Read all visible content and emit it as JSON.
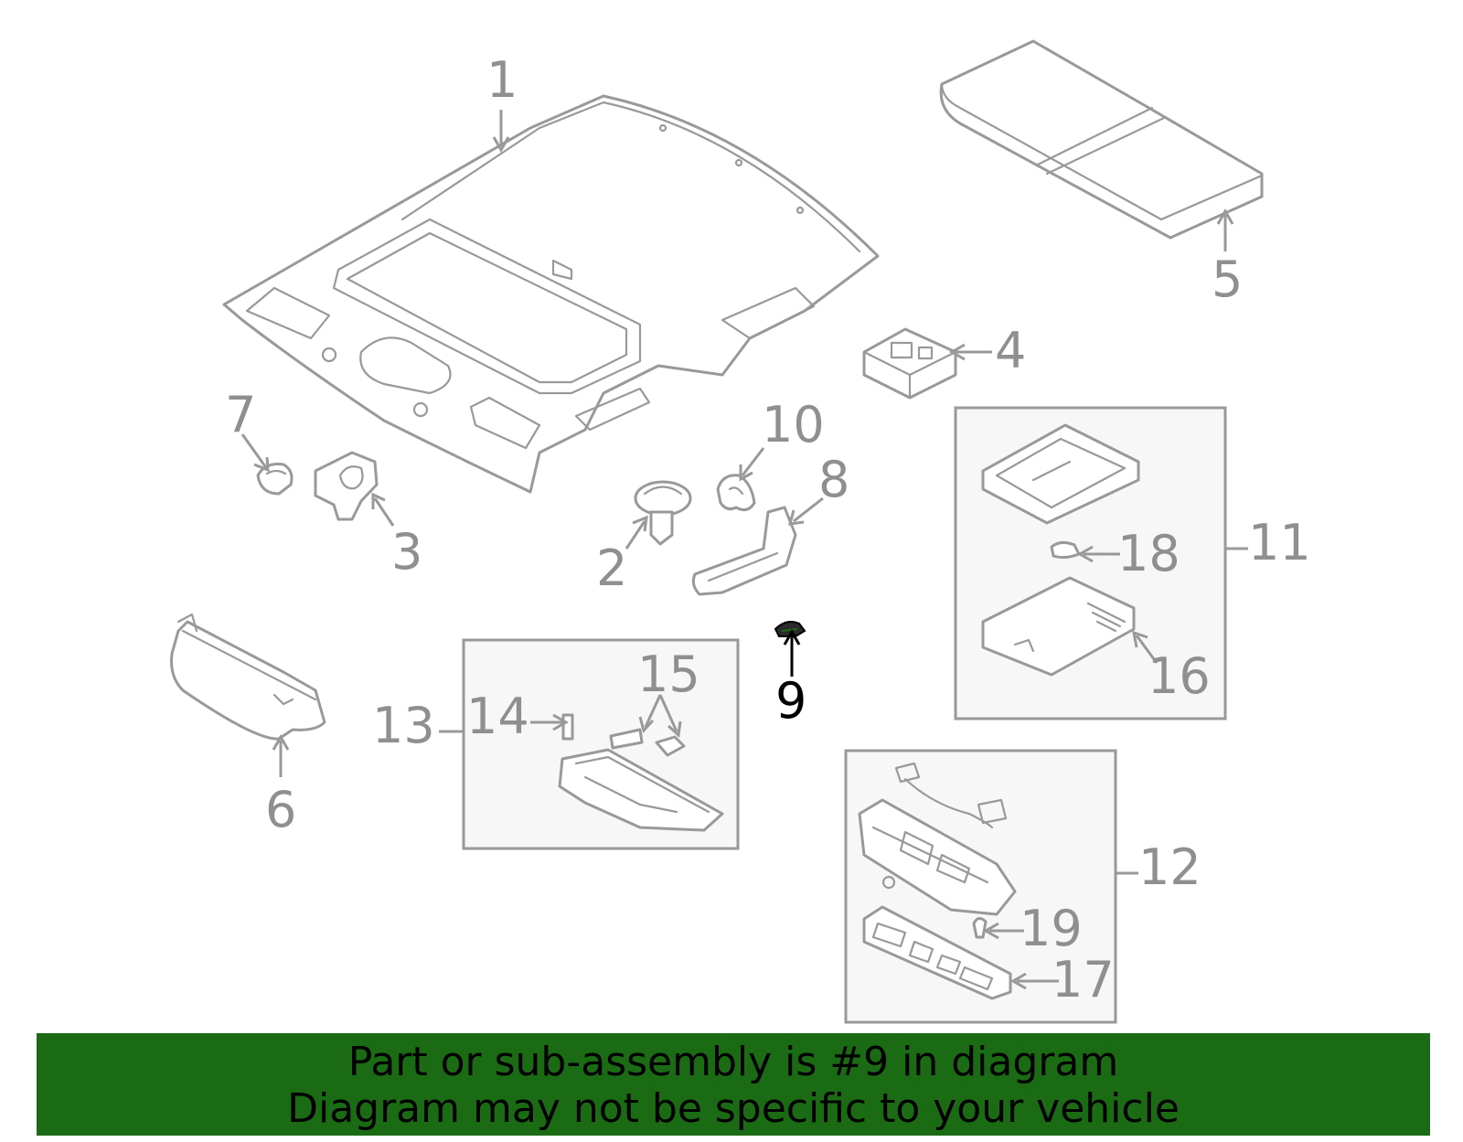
{
  "callouts": {
    "c1": "1",
    "c2": "2",
    "c3": "3",
    "c4": "4",
    "c5": "5",
    "c6": "6",
    "c7": "7",
    "c8": "8",
    "c9": "9",
    "c10": "10",
    "c11": "11",
    "c12": "12",
    "c13": "13",
    "c14": "14",
    "c15": "15",
    "c16": "16",
    "c17": "17",
    "c18": "18",
    "c19": "19"
  },
  "highlighted_part": "9",
  "banner": {
    "line1": "Part or sub-assembly is #9 in diagram",
    "line2": "Diagram may not be specific to your vehicle"
  },
  "colors": {
    "banner_bg": "#1a6b14",
    "highlight": "#000000",
    "line_art": "#999999"
  }
}
